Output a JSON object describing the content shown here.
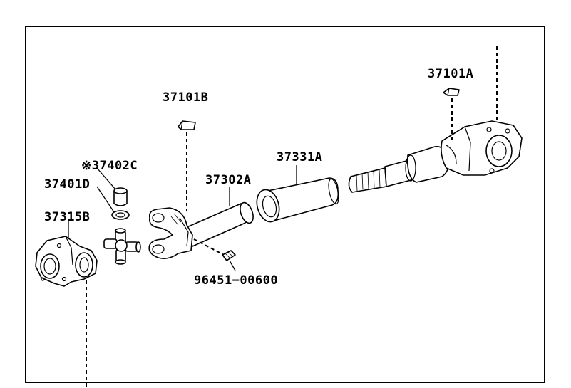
{
  "labels": {
    "p37101A": "37101A",
    "p37101B": "37101B",
    "p37402C": "※37402C",
    "p37401D": "37401D",
    "p37315B": "37315B",
    "p37302A": "37302A",
    "p37331A": "37331A",
    "p96451": "96451−00600"
  }
}
